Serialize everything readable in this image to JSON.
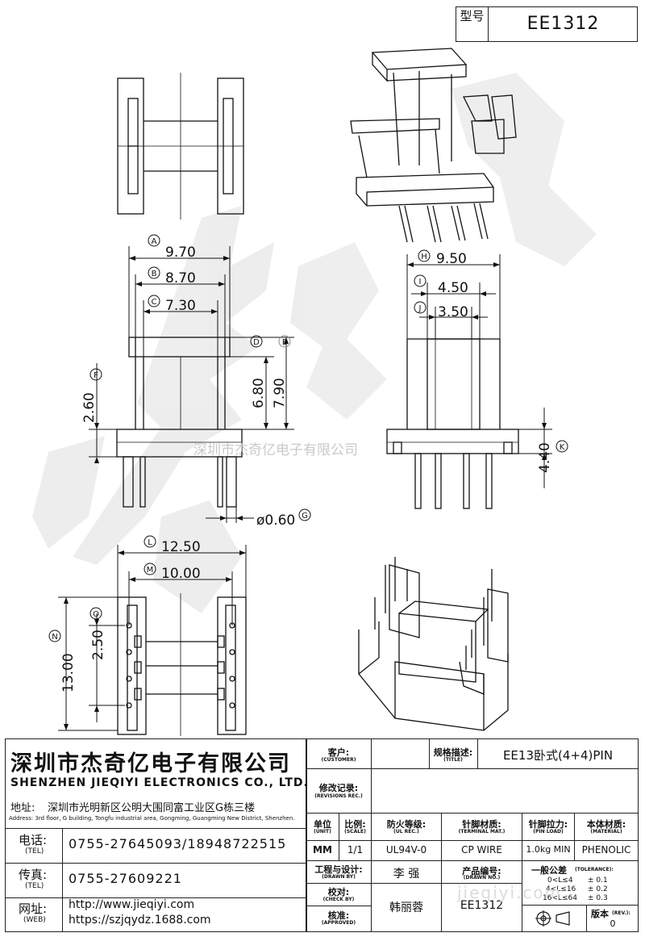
{
  "model": {
    "label": "型号",
    "value": "EE1312"
  },
  "dimensions": {
    "A": "9.70",
    "B": "8.70",
    "C": "7.30",
    "D": "6.80",
    "E": "7.90",
    "F": "2.60",
    "G": "ø0.60",
    "H": "9.50",
    "I": "4.50",
    "J": "3.50",
    "K": "4.40",
    "L": "12.50",
    "M": "10.00",
    "N": "13.00",
    "O": "2.50"
  },
  "markers": [
    "A",
    "B",
    "C",
    "D",
    "E",
    "F",
    "G",
    "H",
    "I",
    "J",
    "K",
    "L",
    "M",
    "N",
    "O"
  ],
  "watermark": "深圳市杰奇亿电子有限公司",
  "company": {
    "name_cn": "深圳市杰奇亿电子有限公司",
    "name_en": "SHENZHEN JIEQIYI ELECTRONICS CO., LTD.",
    "address_label": "地址:",
    "address_cn": "深圳市光明新区公明大围同富工业区G栋三楼",
    "address_en": "Address: 3rd floor, G building, Tongfu industrial area, Gongming, Guangming New District, Shenzhen.",
    "tel_label": "电话:",
    "tel_sub": "(TEL)",
    "tel": "0755-27645093/18948722515",
    "fax_label": "传真:",
    "fax_sub": "(TEL)",
    "fax": "0755-27609221",
    "web_label": "网址:",
    "web_sub": "(WEB)",
    "web1": "http://www.jieqiyi.com",
    "web2": "https://szjqydz.1688.com"
  },
  "table": {
    "customer_label": "客户:",
    "customer_sub": "(CUSTOMER)",
    "customer": "",
    "title_label": "规格描述:",
    "title_sub": "(TITLE)",
    "title": "EE13卧式(4+4)PIN",
    "revision_label": "修改记录:",
    "revision_sub": "(REVISIONS REC.)",
    "unit_label": "单位",
    "unit_sub": "(UNIT)",
    "unit": "MM",
    "scale_label": "比例:",
    "scale_sub": "(SCALE)",
    "scale": "1/1",
    "ul_label": "防火等级:",
    "ul_sub": "(UL REC.)",
    "ul": "UL94V-0",
    "terminal_label": "针脚材质:",
    "terminal_sub": "(TERMINAL MAT.)",
    "terminal": "CP WIRE",
    "pinload_label": "针脚拉力:",
    "pinload_sub": "(PIN LOAD)",
    "pinload": "1.0kg MIN",
    "material_label": "本体材质:",
    "material_sub": "(MATERIAL)",
    "material": "PHENOLIC",
    "drawn_label": "工程与设计:",
    "drawn_sub": "(DRAWN BY)",
    "drawn": "李 强",
    "check_label": "校对:",
    "check_sub": "(CHECK BY)",
    "approved_label": "核准:",
    "approved_sub": "(APPROVED)",
    "approved": "韩丽蓉",
    "drawno_label": "产品编号:",
    "drawno_sub": "(DRAWN NO.)",
    "drawno": "EE1312",
    "tol_label": "一般公差",
    "tol_sub": "(TOLERANCE):",
    "tol": [
      [
        "0<L≤4",
        "± 0.1"
      ],
      [
        "4<L≤16",
        "± 0.2"
      ],
      [
        "16<L≤64",
        "± 0.3"
      ]
    ],
    "rev_label": "版本",
    "rev_sub": "(REV.):",
    "rev": "0",
    "site_watermark": "jieqiyi.com"
  }
}
